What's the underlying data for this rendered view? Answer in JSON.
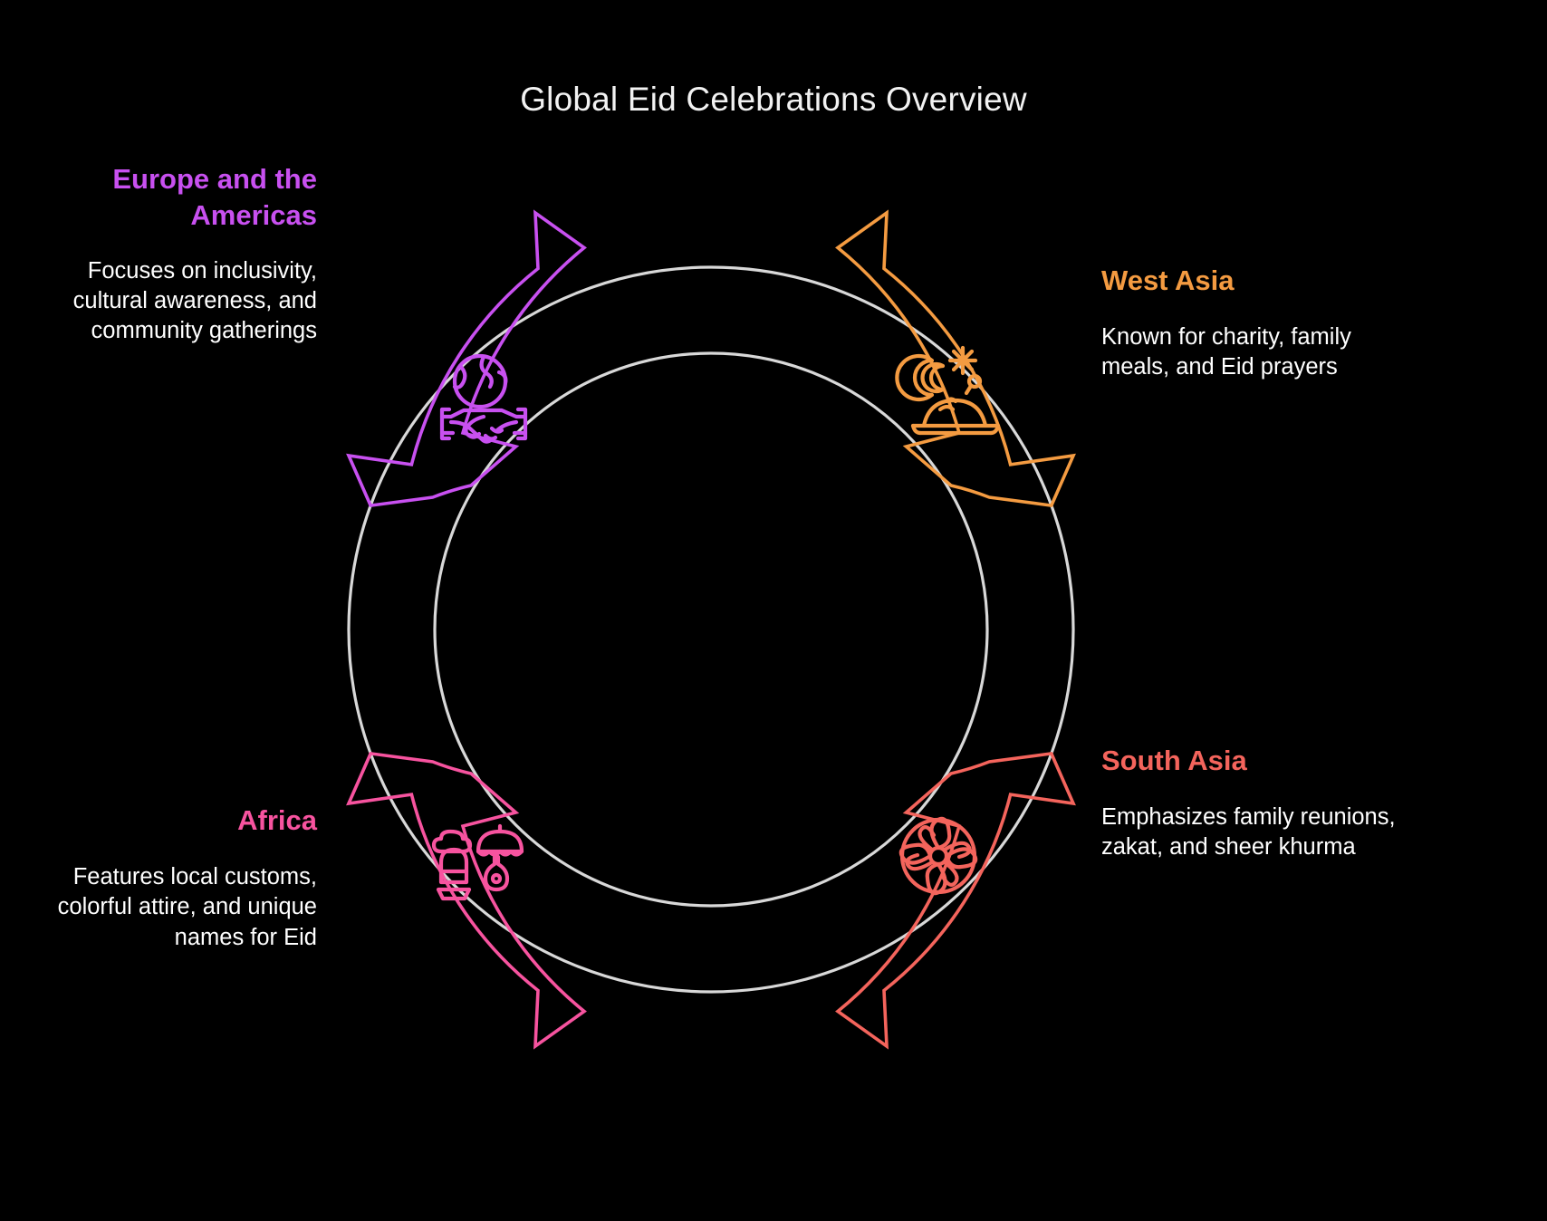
{
  "title": "Global Eid Celebrations Overview",
  "palette": {
    "background": "#000000",
    "ring": "#d8d8d8",
    "title_text": "#f2f2f2",
    "body_text": "#ffffff",
    "europe": "#c850f0",
    "west_asia": "#f49b41",
    "south_asia": "#f4645c",
    "africa": "#f7539f"
  },
  "segments": [
    {
      "id": "europe",
      "heading": "Europe and the Americas",
      "description": "Focuses on inclusivity, cultural awareness, and community gatherings",
      "color": "#c850f0",
      "icon": "globe-handshake-icon",
      "position": "top-left"
    },
    {
      "id": "west_asia",
      "heading": "West Asia",
      "description": "Known for charity, family meals, and Eid prayers",
      "color": "#f49b41",
      "icon": "crescent-star-feast-icon",
      "position": "top-right"
    },
    {
      "id": "south_asia",
      "heading": "South Asia",
      "description": "Emphasizes family reunions, zakat, and sheer khurma",
      "color": "#f4645c",
      "icon": "flower-rosette-icon",
      "position": "bottom-right"
    },
    {
      "id": "africa",
      "heading": "Africa",
      "description": "Features local customs, colorful attire, and unique names for Eid",
      "color": "#f7539f",
      "icon": "african-attire-pots-icon",
      "position": "bottom-left"
    }
  ]
}
